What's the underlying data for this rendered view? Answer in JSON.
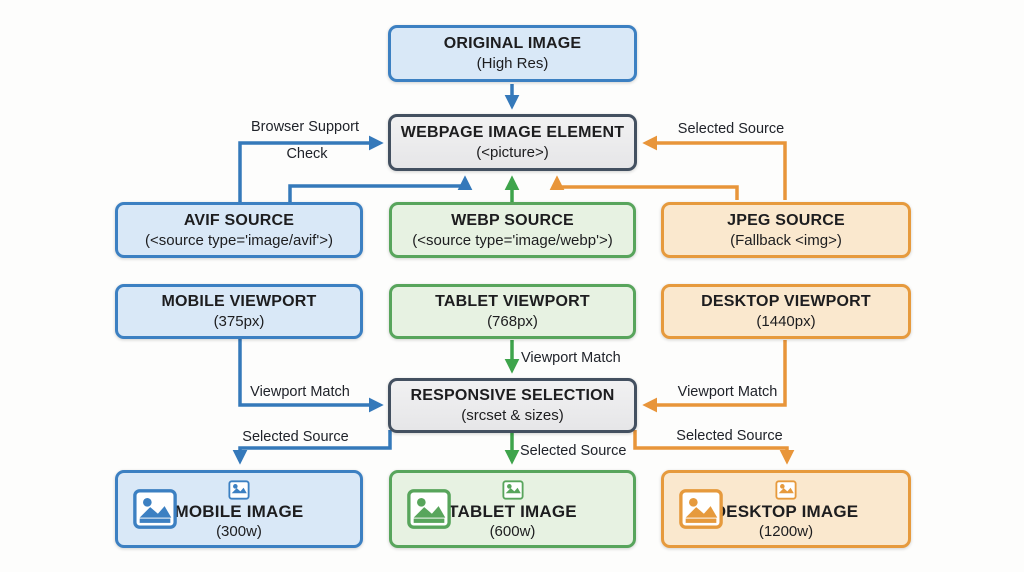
{
  "colors": {
    "blue": {
      "border": "#3c80c2",
      "fill": "#d9e8f7",
      "arrow": "#3579ba"
    },
    "green": {
      "border": "#58a55c",
      "fill": "#e7f2e2",
      "arrow": "#3ea44b"
    },
    "orange": {
      "border": "#e69a3d",
      "fill": "#fae8ce",
      "arrow": "#e8953a"
    },
    "slate": {
      "border": "#435060",
      "fill": "#e6e6e8",
      "arrow": "#435060"
    }
  },
  "nodes": {
    "original": {
      "title": "ORIGINAL IMAGE",
      "subtitle": "(High Res)"
    },
    "picture": {
      "title": "WEBPAGE IMAGE ELEMENT",
      "subtitle": "(<picture>)"
    },
    "avif": {
      "title": "AVIF SOURCE",
      "subtitle": "(<source type='image/avif'>)"
    },
    "webp": {
      "title": "WEBP SOURCE",
      "subtitle": "(<source type='image/webp'>)"
    },
    "jpeg": {
      "title": "JPEG SOURCE",
      "subtitle": "(Fallback <img>)"
    },
    "mobile_viewport": {
      "title": "MOBILE VIEWPORT",
      "subtitle": "(375px)"
    },
    "tablet_viewport": {
      "title": "TABLET VIEWPORT",
      "subtitle": "(768px)"
    },
    "desktop_viewport": {
      "title": "DESKTOP VIEWPORT",
      "subtitle": "(1440px)"
    },
    "selection": {
      "title": "RESPONSIVE SELECTION",
      "subtitle": "(srcset & sizes)"
    },
    "mobile_image": {
      "title": "MOBILE IMAGE",
      "subtitle": "(300w)"
    },
    "tablet_image": {
      "title": "TABLET IMAGE",
      "subtitle": "(600w)"
    },
    "desktop_image": {
      "title": "DESKTOP IMAGE",
      "subtitle": "(1200w)"
    }
  },
  "edge_labels": {
    "browser_support_line1": "Browser Support",
    "browser_support_line2": "Check",
    "selected_source_top": "Selected Source",
    "viewport_match_left": "Viewport Match",
    "viewport_match_center": "Viewport Match",
    "viewport_match_right": "Viewport Match",
    "selected_source_left": "Selected Source",
    "selected_source_center": "Selected Source",
    "selected_source_right": "Selected Source"
  }
}
